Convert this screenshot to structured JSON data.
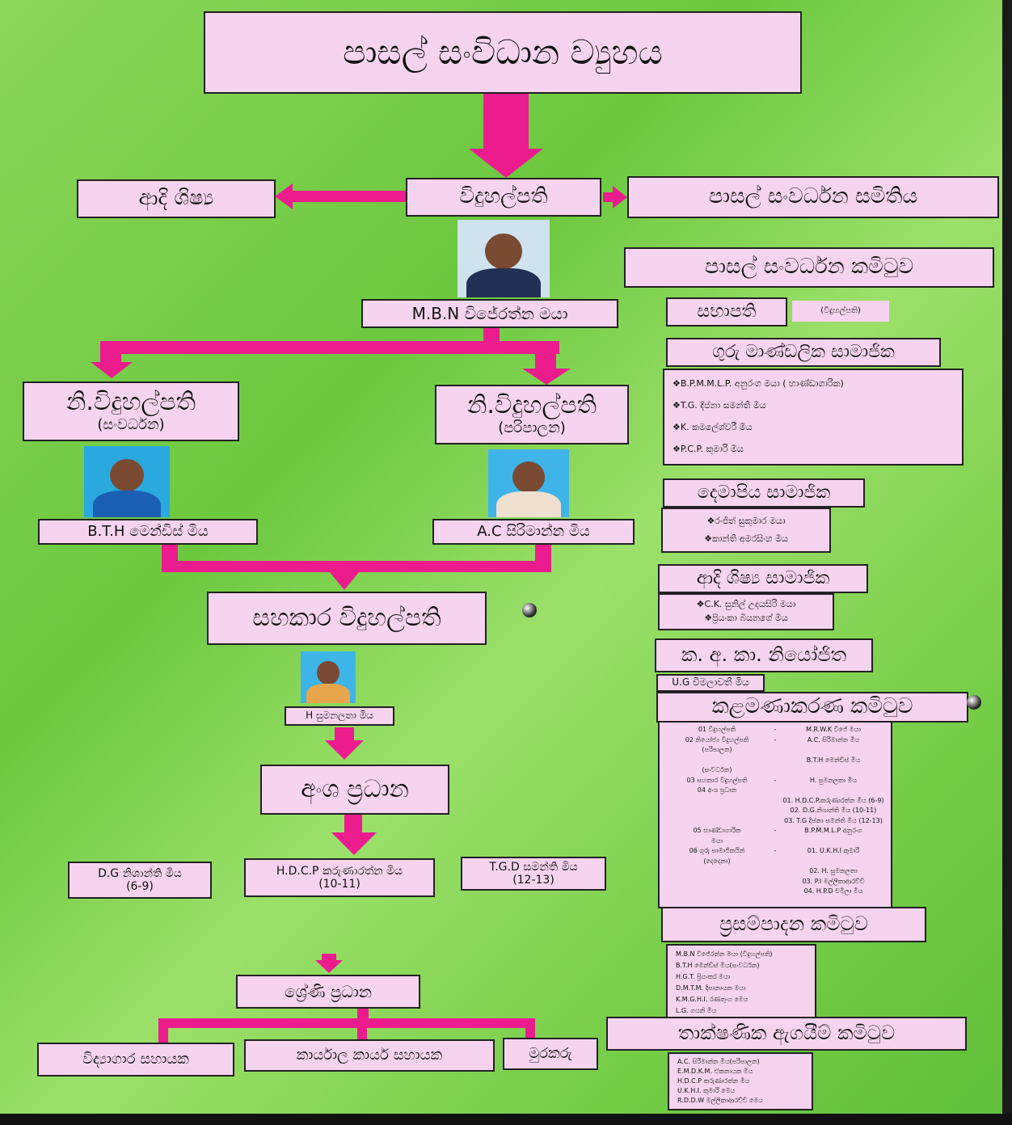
{
  "title": "පාසල් සංවිධාන ව්‍යුහය",
  "top_row": {
    "past_pupils": "ආදි ශිෂ්‍ය",
    "principal": "විදුහල්පති",
    "sdc": "පාසල් සංවර්ධන සමිතිය"
  },
  "principal_name": "M.B.N විජේරත්න මයා",
  "deputy_dev": {
    "title": "නි.විදුහල්පති",
    "sub": "(සංවර්ධන)",
    "name": "B.T.H මෙන්ඩිස් මිය"
  },
  "deputy_admin": {
    "title": "නි.විදුහල්පති",
    "sub": "(පරිපාලන)",
    "name": "A.C සිරිමාන්න මිය"
  },
  "assistant": {
    "title": "සහකාර විදුහල්පති",
    "name": "H සුමනලතා මිය"
  },
  "section_heads": {
    "title": "අංශ ප්‍රධාන",
    "members": [
      {
        "name": "D.G නිශාන්ති මිය",
        "grades": "(6-9)"
      },
      {
        "name": "H.D.C.P කරුණාරත්න මිය",
        "grades": "(10-11)"
      },
      {
        "name": "T.G.D සමන්ති මිය",
        "grades": "(12-13)"
      }
    ]
  },
  "grade_heads": {
    "title": "ශ්‍රේණි ප්‍රධාන",
    "staff": [
      "විද්‍යාගාර සහායක",
      "කාර්යාල කාර්ය සහායක",
      "මුරකරු"
    ]
  },
  "sdc_committee": {
    "title": "පාසල් සංවර්ධන කමිටුව",
    "chair_label": "සභාපති",
    "chair_value": "(විදුහල්පති)",
    "teacher_title": "ගුරු මාණ්ඩලික සාමාජික",
    "teachers": [
      "❖B.P.M.M.L.P. අනුරංග මයා ( භාණ්ඩාගාරික)",
      "❖T.G. දිප්නා සමන්ති මිය",
      "❖K. කමලේශ්වරී මිය",
      "❖P.C.P. කුමාරි මිය"
    ],
    "parent_title": "දෙමාපිය සාමාජික",
    "parents": [
      "❖රංජිත් සුකුමාර මයා",
      "❖කාන්ති අමරසිංහ මිය"
    ],
    "alumni_title": "ආදි ශිෂ්‍ය සාමාජික",
    "alumni": [
      "❖C.K. සුනිල් උදයසිරි මයා",
      "❖ප්‍රියංකා බියනගේ මිය"
    ],
    "zonal_title": "ක. අ. කා. නියෝජිත",
    "zonal": "U.G විමලාවතී මිය"
  },
  "management": {
    "title": "කළමණාකරණ කමිටුව",
    "rows": [
      [
        "01 විදුහල්පති",
        "-",
        "M.R.W.K විජේ මයා"
      ],
      [
        "02 නියෝජ්‍ය විදුහල්පති",
        "-",
        "A.C. සිරිමාන්න මිය"
      ],
      [
        "(පරිපාලන)",
        "",
        ""
      ],
      [
        "",
        "",
        "B.T.H මෙන්ඩිස් මිය"
      ],
      [
        "(සංවර්ධන)",
        "",
        ""
      ],
      [
        "03 සහකාර විදුහල්පති",
        "-",
        "H. සුමනලතා මිය"
      ],
      [
        "04 අංශ ප්‍රධාන",
        "",
        ""
      ],
      [
        "",
        "",
        "01. H.D.C.P.කරුණාරත්න මිය (6-9)"
      ],
      [
        "",
        "",
        "02. D.G.නිශාන්ති මිය (10-11)"
      ],
      [
        "",
        "",
        "03. T.G දිප්නා සමන්ති මිය (12-13)"
      ],
      [
        "05 භාණ්ඩාගාරික",
        "-",
        "B.P.M.M.L.P අනුරංග"
      ],
      [
        "මයා",
        "",
        ""
      ],
      [
        "06 ගුරු සාමාජිකයින්",
        "-",
        "01. U.K.H.I කුමාරි"
      ],
      [
        "(දෙදෙනා)",
        "",
        ""
      ],
      [
        "",
        "",
        "02. H. සුමනලතා"
      ],
      [
        "",
        "",
        "03. P.I මල්ලිකාආරච්චි"
      ],
      [
        "",
        "",
        "04. H.P.D චමිලා මිය"
      ]
    ]
  },
  "procurement": {
    "title": "ප්‍රසම්පාදන කමිටුව",
    "rows": [
      "M.B.N විජේරත්න මයා (විදුහල්පති)",
      "B.T.H මෙන්ඩිස් මිය(සංවර්ධන)",
      "H.G.T. ප්‍රියංකර මයා",
      "D.M.T.M. දිසානායක මයා",
      "K.M.G.H.I. රණතුංග මෙය",
      "L.G. ගයනි මිය"
    ]
  },
  "technical": {
    "title": "තාක්ෂණික ඇගයීම් කමිටුව",
    "rows": [
      "A.C. සිරිමාන්න මිය(පරිපාලන)",
      "E.M.D.K.M. ඒකනායක මිය",
      "H.D.C.P කරුණාරත්න මිය",
      "U.K.H.I. කුමාරි මෙය",
      "R.D.D.W මල්ලිකාආරච්චි මෙය"
    ]
  },
  "colors": {
    "arrow": "#ec1c8e",
    "card": "#f6d3ef",
    "board": "#7ed24a"
  }
}
